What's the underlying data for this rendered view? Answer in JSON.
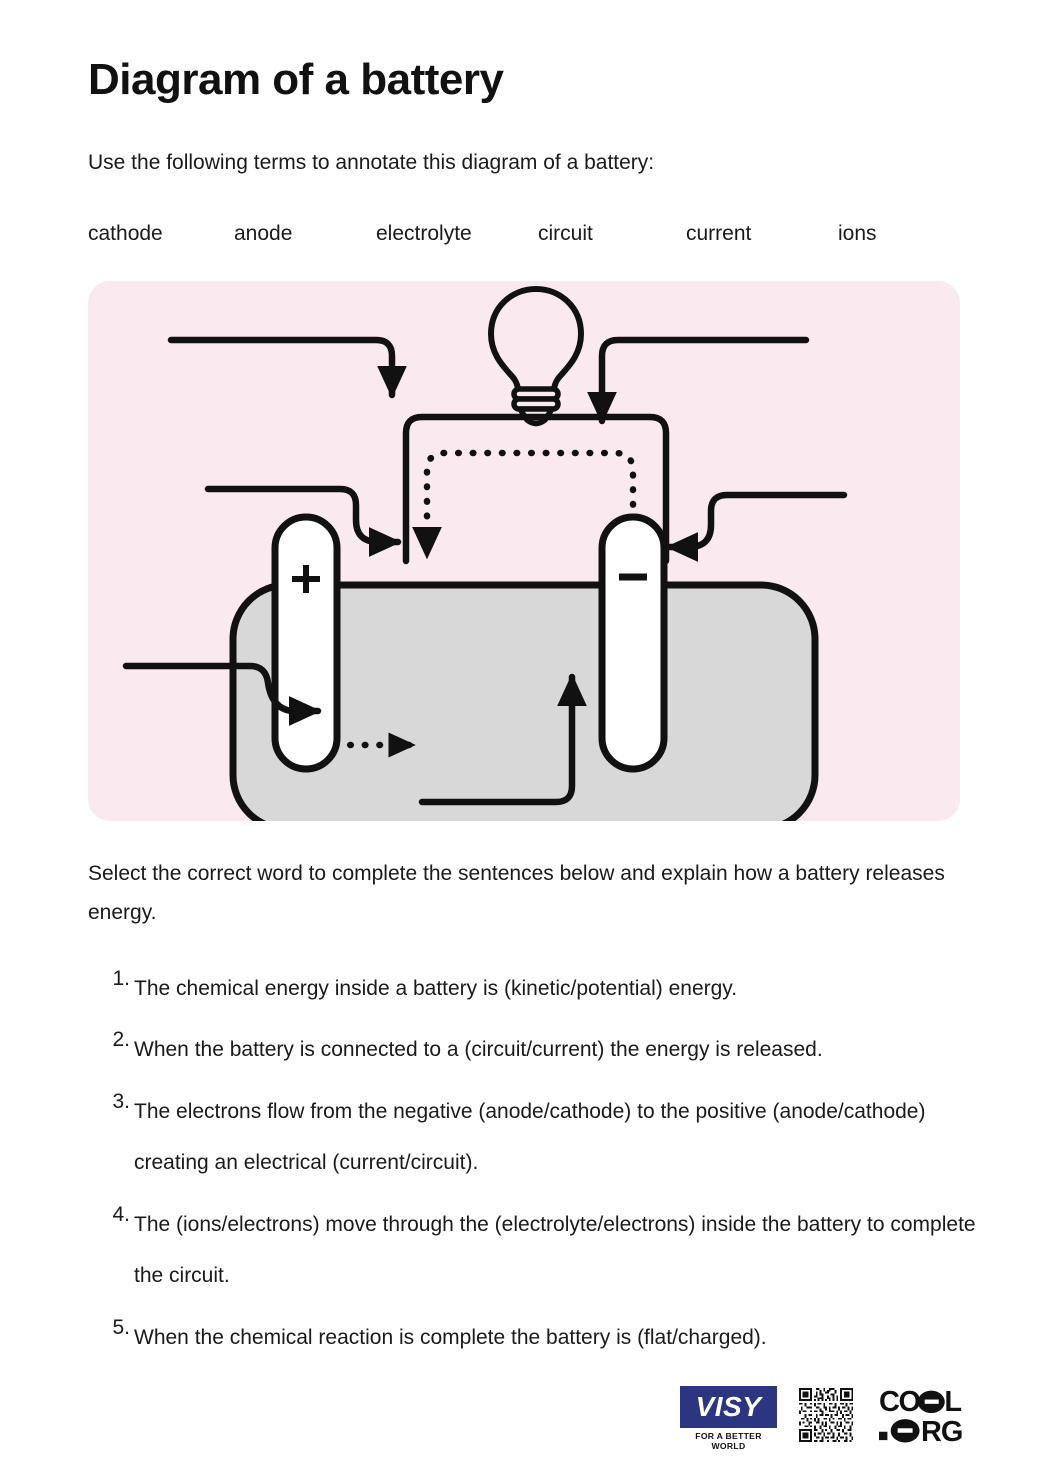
{
  "page": {
    "title": "Diagram of a battery",
    "intro": "Use the following terms to annotate this diagram of a battery:",
    "select_note": "Select the correct word to complete the sentences below and explain how a battery releases energy."
  },
  "word_bank": {
    "terms": [
      "cathode",
      "anode",
      "electrolyte",
      "circuit",
      "current",
      "ions"
    ]
  },
  "diagram": {
    "background_color": "#fbe9f0",
    "electrolyte_color": "#d8d8d8",
    "line_color": "#111111",
    "positive_terminal_label": "+",
    "negative_terminal_label": "−",
    "components": [
      "light-bulb",
      "circuit-wire",
      "battery-casing",
      "electrolyte",
      "positive-electrode",
      "negative-electrode",
      "electron-flow-dotted-path",
      "ion-flow-dotted-path"
    ],
    "leader_lines": [
      "leader-top-left",
      "leader-top-right",
      "leader-mid-left",
      "leader-mid-right",
      "leader-bottom-left",
      "leader-bottom-center"
    ]
  },
  "sentences": [
    {
      "num": "1.",
      "text": "The chemical energy inside a battery is (kinetic/potential) energy."
    },
    {
      "num": "2.",
      "text": "When the battery is connected to a (circuit/current) the energy is released."
    },
    {
      "num": "3.",
      "text": "The electrons flow from the negative (anode/cathode) to the positive (anode/cathode) creating an electrical (current/circuit)."
    },
    {
      "num": "4.",
      "text": "The (ions/electrons) move through the (electrolyte/electrons) inside the battery to complete the circuit."
    },
    {
      "num": "5.",
      "text": "When the chemical reaction is complete the battery is (flat/charged)."
    }
  ],
  "footer": {
    "visy": {
      "word": "VISY",
      "tagline": "FOR A BETTER WORLD",
      "box_color": "#2b3580"
    },
    "qr": {
      "label": "qr-code"
    },
    "cool": {
      "line1": "COOL",
      "line2": ".ORG"
    }
  }
}
